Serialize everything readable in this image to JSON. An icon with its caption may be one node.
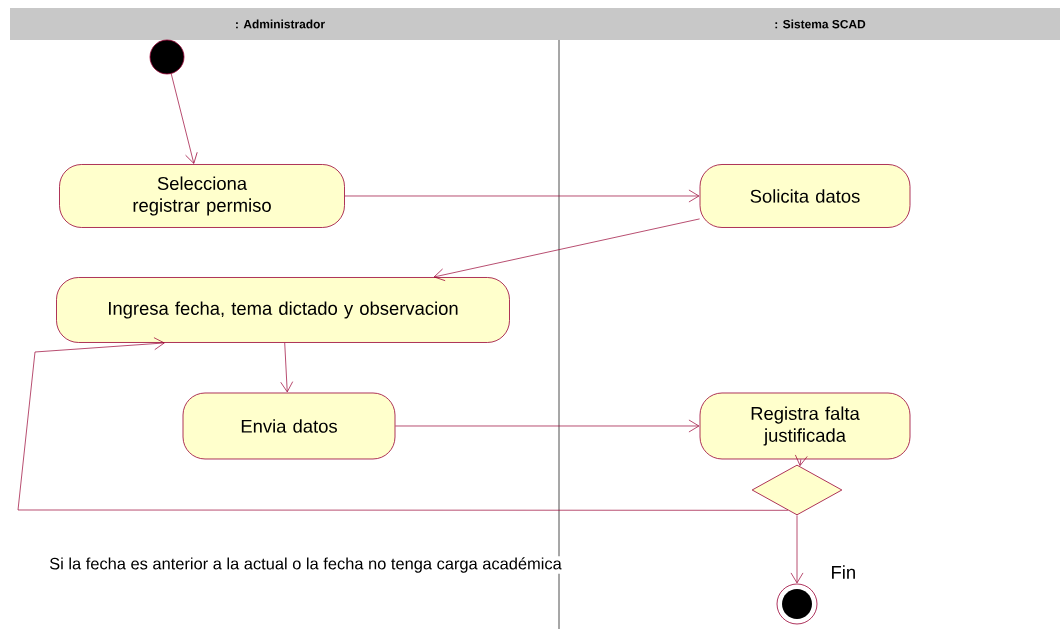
{
  "diagram": {
    "nodes": [
      {
        "text": [],
        "shape": "circle"
      },
      {
        "text": [
          "Selecciona registrar permiso"
        ]
      },
      {
        "text": [
          "Solicita datos"
        ]
      },
      {
        "text": [
          "Ingresa fecha, tema dictado y observacion"
        ]
      },
      {
        "text": [
          "Envia datos"
        ]
      },
      {
        "text": [
          "Registra falta justificada"
        ]
      },
      {
        "text": [],
        "shape": "diamond"
      },
      {
        "text": [],
        "shape": "circle",
        "beside": [
          "Fin"
        ]
      }
    ],
    "edges": [
      {
        "from": 0,
        "to": 1,
        "arrow": "to"
      },
      {
        "from": 1,
        "to": 2,
        "arrow": "to"
      },
      {
        "from": 2,
        "to": 3,
        "arrow": "to"
      },
      {
        "from": 3,
        "to": 4,
        "arrow": "to"
      },
      {
        "from": 4,
        "to": 5,
        "arrow": "to"
      },
      {
        "from": 5,
        "to": 6,
        "arrow": "to"
      },
      {
        "from": 6,
        "to": 3,
        "arrow": "to",
        "label": "Si la fecha es anterior a la actual o la fecha no tenga carga académica"
      },
      {
        "from": 6,
        "to": 7,
        "arrow": "to"
      }
    ],
    "labels": [
      ": Administrador",
      ": Sistema SCAD"
    ]
  }
}
